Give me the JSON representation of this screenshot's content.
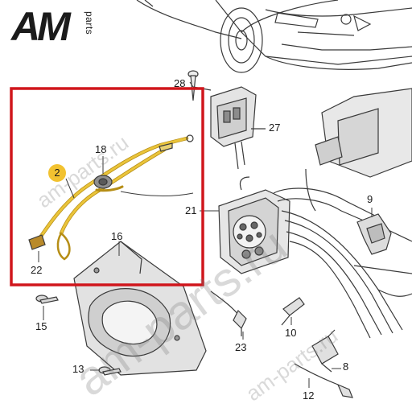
{
  "logo": {
    "brand": "AM",
    "suffix": "parts"
  },
  "watermark": {
    "text": "am-parts.ru"
  },
  "highlight": {
    "border_color": "#d0161c"
  },
  "callouts": {
    "c2": "2",
    "c8": "8",
    "c9": "9",
    "c10": "10",
    "c12": "12",
    "c13": "13",
    "c15": "15",
    "c16": "16",
    "c18": "18",
    "c21": "21",
    "c22": "22",
    "c23": "23",
    "c27": "27",
    "c28": "28"
  }
}
